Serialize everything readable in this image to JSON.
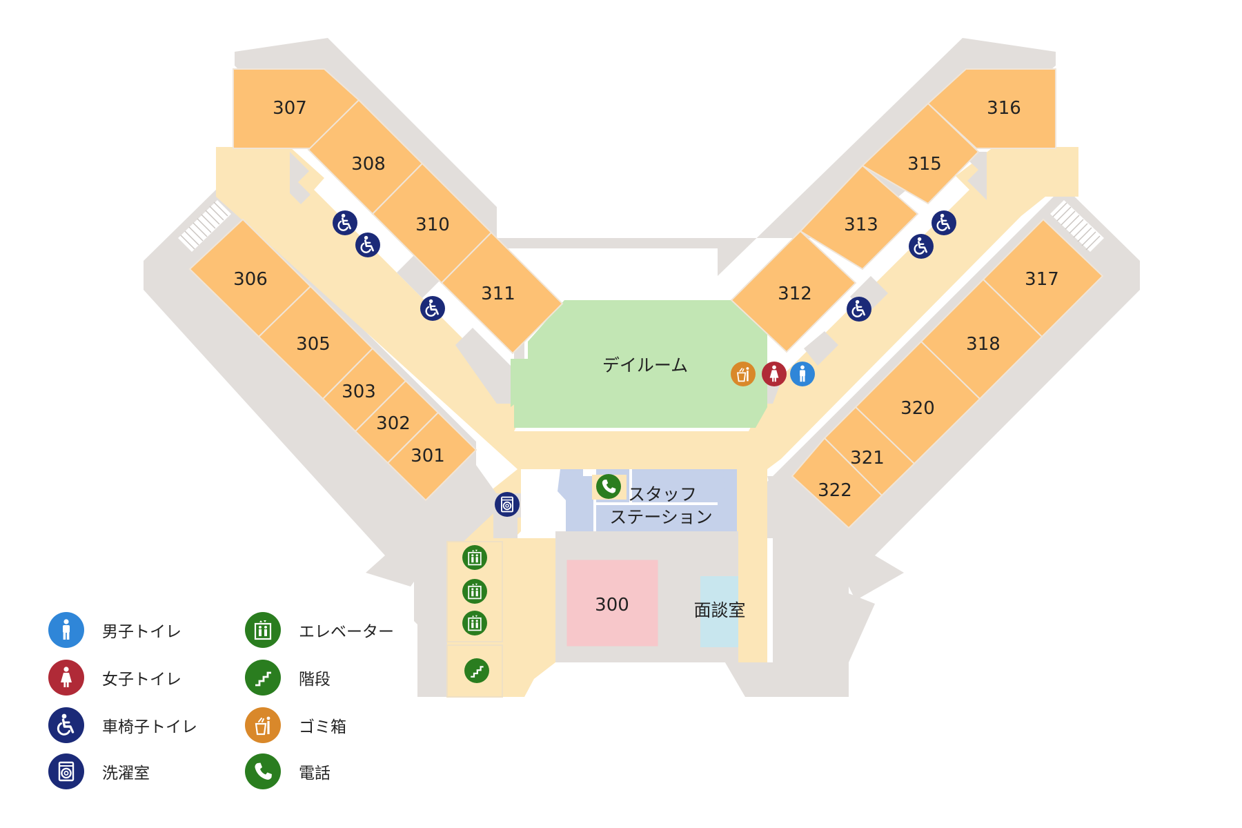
{
  "rooms": {
    "r300": "300",
    "r301": "301",
    "r302": "302",
    "r303": "303",
    "r305": "305",
    "r306": "306",
    "r307": "307",
    "r308": "308",
    "r310": "310",
    "r311": "311",
    "r312": "312",
    "r313": "313",
    "r315": "315",
    "r316": "316",
    "r317": "317",
    "r318": "318",
    "r320": "320",
    "r321": "321",
    "r322": "322"
  },
  "areas": {
    "dayroom": "デイルーム",
    "staff_station_line1": "スタッフ",
    "staff_station_line2": "ステーション",
    "interview_room": "面談室"
  },
  "legend": [
    {
      "icon": "male-toilet-icon",
      "label": "男子トイレ",
      "color": "#2f86d8"
    },
    {
      "icon": "female-toilet-icon",
      "label": "女子トイレ",
      "color": "#b02a37"
    },
    {
      "icon": "wheelchair-toilet-icon",
      "label": "車椅子トイレ",
      "color": "#1b2a78"
    },
    {
      "icon": "laundry-icon",
      "label": "洗濯室",
      "color": "#1b2a78"
    },
    {
      "icon": "elevator-icon",
      "label": "エレベーター",
      "color": "#2a7d1f"
    },
    {
      "icon": "stairs-icon",
      "label": "階段",
      "color": "#2a7d1f"
    },
    {
      "icon": "trash-icon",
      "label": "ゴミ箱",
      "color": "#d9882a"
    },
    {
      "icon": "phone-icon",
      "label": "電話",
      "color": "#2a7d1f"
    }
  ],
  "colors": {
    "patient_room": "#fdc174",
    "corridor": "#fce6b8",
    "dayroom": "#c2e6b4",
    "staff_station": "#c5d1ea",
    "consult_room": "#f7c7ca",
    "interview_room": "#c8e6ee",
    "service": "#e2dedb"
  }
}
